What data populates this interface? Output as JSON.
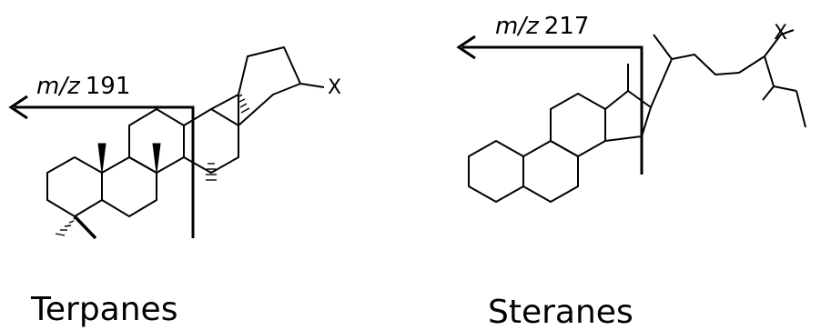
{
  "terpanes": {
    "title": "Terpanes",
    "fragment_prefix": "m/z",
    "fragment_mass": "191",
    "substituent": "X"
  },
  "steranes": {
    "title": "Steranes",
    "fragment_prefix": "m/z",
    "fragment_mass": "217",
    "substituent": "X"
  }
}
